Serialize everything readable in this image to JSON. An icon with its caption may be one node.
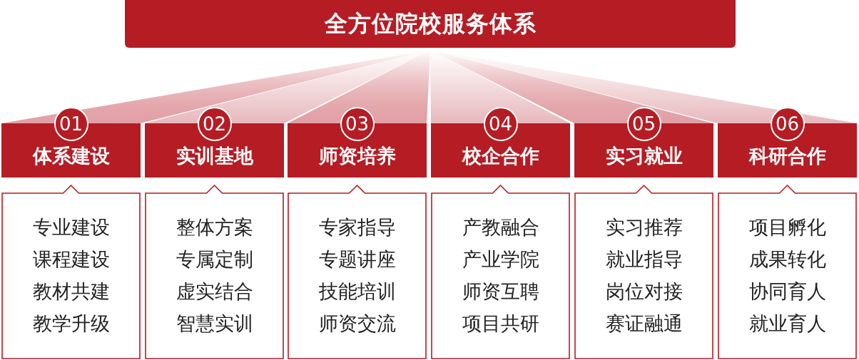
{
  "diagram": {
    "title": "全方位院校服务体系",
    "nodes": [
      {
        "text": [
          "01"
        ]
      },
      {
        "text": [
          "体系建设"
        ]
      },
      {
        "text": [
          "专业建设",
          "课程建设",
          "教材共建",
          "教学升级"
        ]
      },
      {
        "text": [
          "02"
        ]
      },
      {
        "text": [
          "实训基地"
        ]
      },
      {
        "text": [
          "整体方案",
          "专属定制",
          "虚实结合",
          "智慧实训"
        ]
      },
      {
        "text": [
          "03"
        ]
      },
      {
        "text": [
          "师资培养"
        ]
      },
      {
        "text": [
          "专家指导",
          "专题讲座",
          "技能培训",
          "师资交流"
        ]
      },
      {
        "text": [
          "04"
        ]
      },
      {
        "text": [
          "校企合作"
        ]
      },
      {
        "text": [
          "产教融合",
          "产业学院",
          "师资互聘",
          "项目共研"
        ]
      },
      {
        "text": [
          "05"
        ]
      },
      {
        "text": [
          "实习就业"
        ]
      },
      {
        "text": [
          "实习推荐",
          "就业指导",
          "岗位对接",
          "赛证融通"
        ]
      },
      {
        "text": [
          "06"
        ]
      },
      {
        "text": [
          "科研合作"
        ]
      },
      {
        "text": [
          "项目孵化",
          "成果转化",
          "协同育人",
          "就业育人"
        ]
      }
    ],
    "edges": []
  }
}
